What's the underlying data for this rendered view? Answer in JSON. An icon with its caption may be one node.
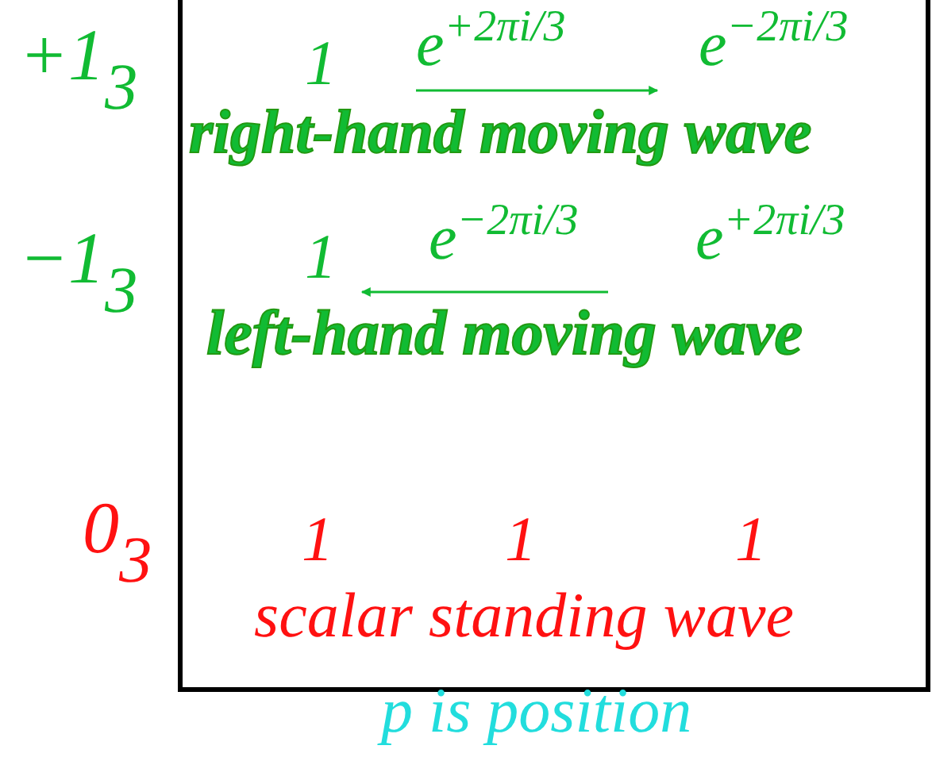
{
  "diagram": {
    "caption": "p is position",
    "labels": [
      "+1$_{3}$",
      "1",
      "e$^{+2πi/3}$",
      "e$^{−2πi/3}$",
      "right-hand moving wave",
      "−1$_{3}$",
      "1",
      "e$^{−2πi/3}$",
      "e$^{+2πi/3}$",
      "left-hand moving wave",
      "0$_{3}$",
      "1",
      "1",
      "1",
      "scalar standing wave"
    ]
  }
}
